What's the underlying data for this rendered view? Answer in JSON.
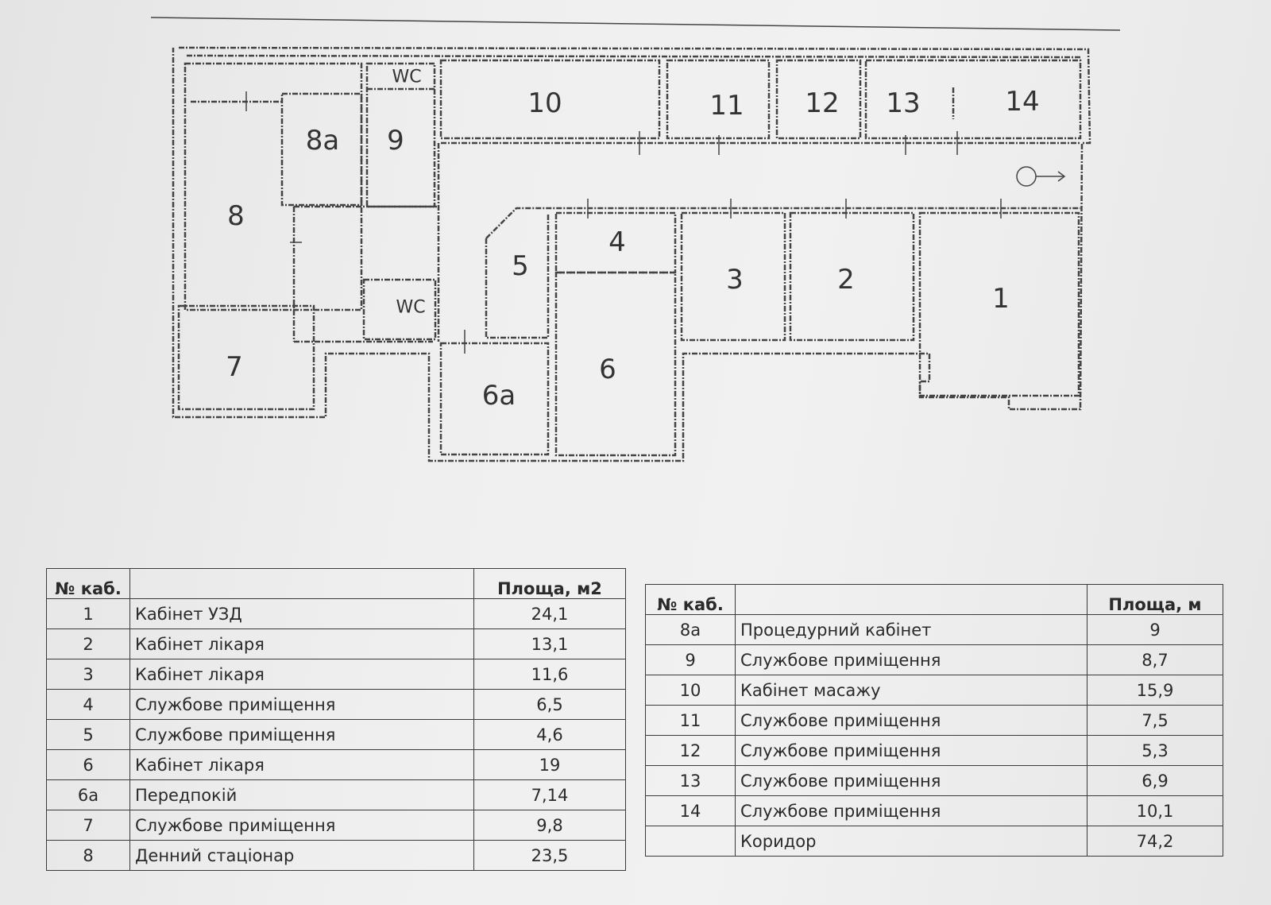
{
  "floor_plan": {
    "rooms": [
      {
        "id": "1",
        "label": "1"
      },
      {
        "id": "2",
        "label": "2"
      },
      {
        "id": "3",
        "label": "3"
      },
      {
        "id": "4",
        "label": "4"
      },
      {
        "id": "5",
        "label": "5"
      },
      {
        "id": "6",
        "label": "6"
      },
      {
        "id": "6a",
        "label": "6а"
      },
      {
        "id": "7",
        "label": "7"
      },
      {
        "id": "8",
        "label": "8"
      },
      {
        "id": "8a",
        "label": "8а"
      },
      {
        "id": "9",
        "label": "9"
      },
      {
        "id": "10",
        "label": "10"
      },
      {
        "id": "11",
        "label": "11"
      },
      {
        "id": "12",
        "label": "12"
      },
      {
        "id": "13",
        "label": "13"
      },
      {
        "id": "14",
        "label": "14"
      }
    ],
    "wc_labels": [
      "WC",
      "WC"
    ]
  },
  "table_left": {
    "col_number": "№ каб.",
    "col_name": "",
    "col_area": "Площа, м2",
    "rows": [
      {
        "num": "1",
        "name": "Кабінет УЗД",
        "area": "24,1"
      },
      {
        "num": "2",
        "name": "Кабінет лікаря",
        "area": "13,1"
      },
      {
        "num": "3",
        "name": "Кабінет лікаря",
        "area": "11,6"
      },
      {
        "num": "4",
        "name": "Службове приміщення",
        "area": "6,5"
      },
      {
        "num": "5",
        "name": "Службове приміщення",
        "area": "4,6"
      },
      {
        "num": "6",
        "name": "Кабінет лікаря",
        "area": "19"
      },
      {
        "num": "6а",
        "name": "Передпокій",
        "area": "7,14"
      },
      {
        "num": "7",
        "name": "Службове приміщення",
        "area": "9,8"
      },
      {
        "num": "8",
        "name": "Денний стаціонар",
        "area": "23,5"
      }
    ]
  },
  "table_right": {
    "col_number": "№ каб.",
    "col_name": "",
    "col_area": "Площа, м",
    "rows": [
      {
        "num": "8а",
        "name": "Процедурний кабінет",
        "area": "9"
      },
      {
        "num": "9",
        "name": "Службове приміщення",
        "area": "8,7"
      },
      {
        "num": "10",
        "name": "Кабінет масажу",
        "area": "15,9"
      },
      {
        "num": "11",
        "name": "Службове приміщення",
        "area": "7,5"
      },
      {
        "num": "12",
        "name": "Службове приміщення",
        "area": "5,3"
      },
      {
        "num": "13",
        "name": "Службове приміщення",
        "area": "6,9"
      },
      {
        "num": "14",
        "name": "Службове приміщення",
        "area": "10,1"
      },
      {
        "num": "",
        "name": "Коридор",
        "area": "74,2"
      }
    ]
  }
}
